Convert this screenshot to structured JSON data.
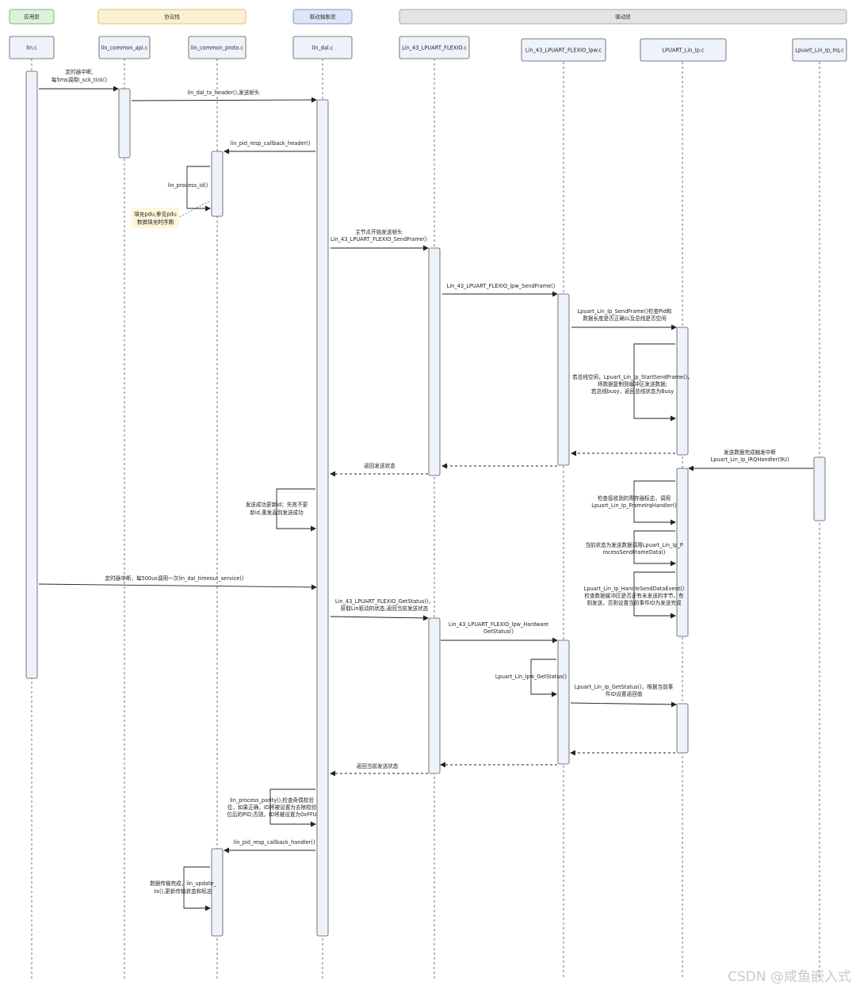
{
  "groups": [
    {
      "label": "应用层",
      "fill": "#dff0dc",
      "stroke": "#7cb77c"
    },
    {
      "label": "协议栈",
      "fill": "#fbf1d0",
      "stroke": "#d9c37b"
    },
    {
      "label": "驱动抽象层",
      "fill": "#dde5f6",
      "stroke": "#7f97c9"
    },
    {
      "label": "驱动层",
      "fill": "#e4e4e4",
      "stroke": "#a8a8a8"
    }
  ],
  "participants": [
    "lin.c",
    "lin_common_api.c",
    "lin_common_proto.c",
    "lin_dal.c",
    "Lin_43_LPUART_FLEXIO.c",
    "Lin_43_LPUART_FLEXIO_lpw.c",
    "LPUART_Lin_Ip.c",
    "Lpuart_Lin_Ip_Irq.c"
  ],
  "messages": [
    [
      "定时器中断,",
      "每5ms调用l_sck_tick()"
    ],
    [
      "lin_dal_tx_header(),发送帧头"
    ],
    [
      "lin_pid_resp_callback_header()"
    ],
    [
      "lin_process_id()"
    ],
    [
      "主节点开始发送帧头",
      "Lin_43_LPUART_FLEXIO_SendFrame()"
    ],
    [
      "Lin_43_LPUART_FLEXIO_lpw_SendFrame()"
    ],
    [
      "Lpuart_Lin_Ip_SendFrame()检查Pid和",
      "数据长度是否正确以及总线是否空闲"
    ],
    [
      "若总线空闲，Lpuart_Lin_Ip_StartSendFrame()，",
      "将数据复制到缓冲区发送数据;",
      "若总线busy，返回总线状态为Busy"
    ],
    [
      "返回发送状态"
    ],
    [
      "发送数据完成触发中断",
      "Lpuart_Lin_Ip_IRQHandler(9U)"
    ],
    [
      "检查接收到的寄存器标志，调用",
      "Lpuart_Lin_Ip_FrameIrqHandler()"
    ],
    [
      "发送成功更新id；失败不更",
      "新id,重发直到发送成功"
    ],
    [
      "当前状态为发送数据调用Lpuart_Lin_Ip_P",
      "rocessSendFrameData()"
    ],
    [
      "定时器中断，每500us调用一次lin_dal_timeout_service()"
    ],
    [
      "Lpuart_Lin_Ip_HandleSendDataEvent()",
      "检查数据缓冲区是否还有未发送的字节，有",
      "则发送，否则设置当前事件ID为发送完成"
    ],
    [
      "Lin_43_LPUART_FLEXIO_GetStatus()，",
      "获取Lin驱动的状态,返回当前发送状态"
    ],
    [
      "Lin_43_LPUART_FLEXIO_lpw_Hardware",
      "GetStatus()"
    ],
    [
      "Lpuart_Lin_lpw_GetStatus()"
    ],
    [
      "Lpuart_Lin_Ip_GetStatus()，根据当前事",
      "件ID设置返回值"
    ],
    [
      "返回当前发送状态"
    ],
    [
      "lin_process_parity(),检查奇偶校验",
      "位，如果正确，ID将被设置为去除校验",
      "位后的PID;否则，ID将被设置为0xFFU"
    ],
    [
      "lin_pid_resp_callback_handler()"
    ],
    [
      "数据传输完成，lin_update_",
      "tx(),更新传输状态和标志"
    ]
  ],
  "note": [
    "填充pdu,参见pdu",
    "数据填充时序图"
  ],
  "watermark": "CSDN @咸鱼嵌入式"
}
